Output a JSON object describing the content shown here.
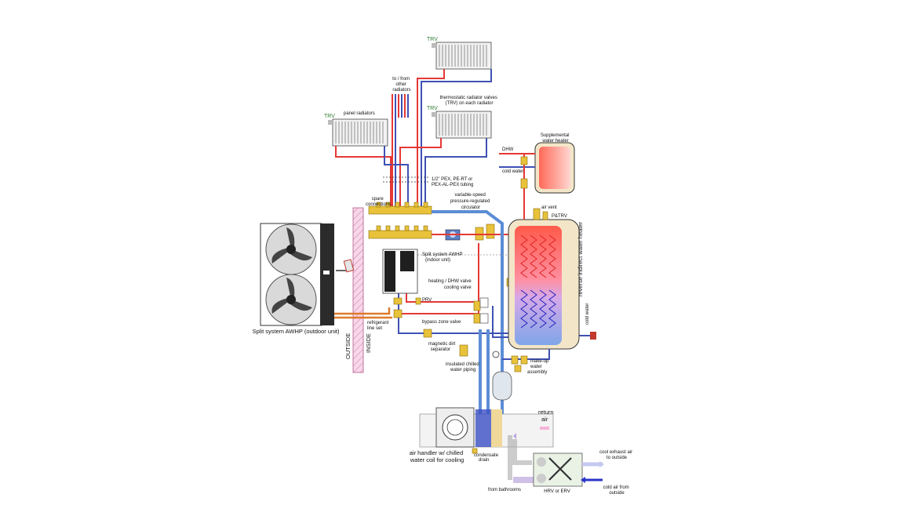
{
  "labels": {
    "trv": "TRV",
    "to_from_other_radiators": "to / from other radiators",
    "trv_desc": "thermostatic radiator valves (TRV) on each radiator",
    "panel_radiators": "panel radiators",
    "pex_tubing": "1/2\" PEX, PE-RT or PEX-AL-PEX tubing",
    "spare_connections": "spare connections",
    "circulator": "variable-speed pressure-regulated circulator",
    "dhw": "DHW",
    "cold_water": "cold water",
    "supplemental_heater": "Supplemental water heater",
    "air_vent": "air vent",
    "ptrv": "P&TRV",
    "indoor_unit": "Split system AWHP (indoor unit)",
    "reverse_heater": "reverse indirect water heater",
    "heating_dhw_valve": "heating / DHW valve",
    "cooling_valve": "cooling valve",
    "prv": "PRV",
    "bypass_zone_valve": "bypass zone valve",
    "dirt_separator": "magnetic dirt separator",
    "insulated_chilled": "insulated chilled water piping",
    "makeup_water": "make-up water assembly",
    "cold_water_right": "cold water",
    "refrigerant_line": "refrigerant line set",
    "outside": "OUTSIDE",
    "inside": "INSIDE",
    "outdoor_unit": "Split system AWHP (outdoor unit)",
    "return_air": "return air",
    "air_handler": "air handler w/ chilled water coil for cooling",
    "condensate_drain": "condensate drain",
    "cool_exhaust": "cool exhaust air to outside",
    "from_bathrooms": "from bathrooms",
    "hrv_erv": "HRV or ERV",
    "cold_air_outside": "cold air from outside"
  },
  "colors": {
    "hot_pipe": "#e53935",
    "cold_pipe": "#3f51b5",
    "chilled_pipe": "#5c8dd6",
    "brass": "#e8c23a",
    "wall": "#f2c6e0",
    "trv_text": "#2e7d32"
  }
}
